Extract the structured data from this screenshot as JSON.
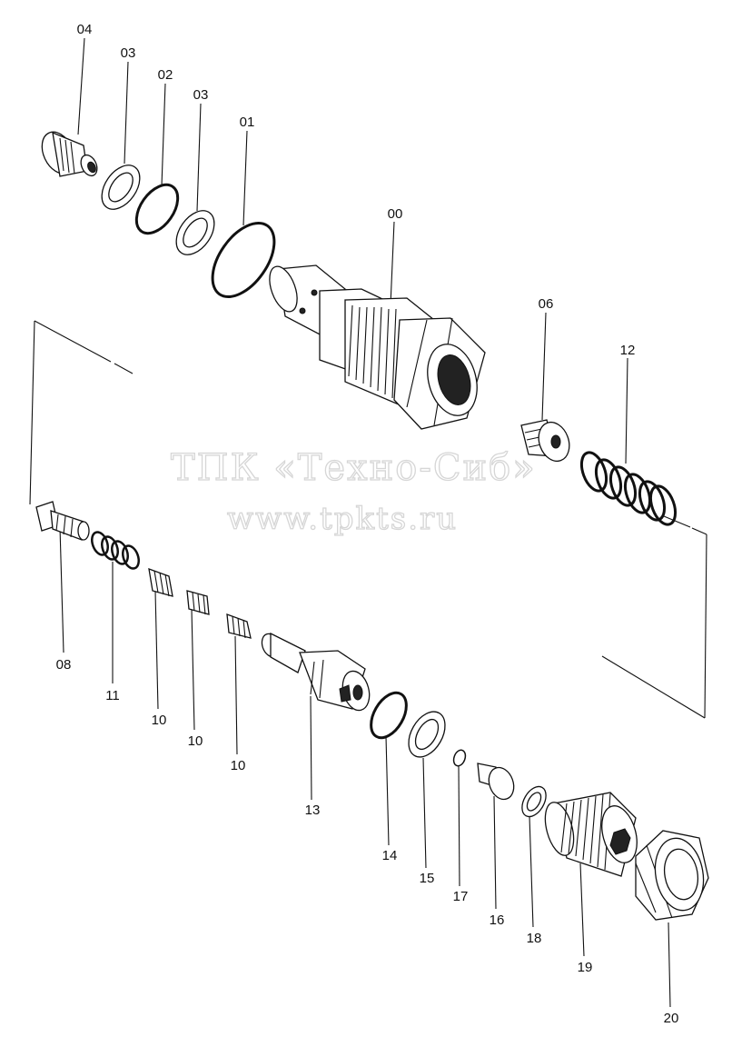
{
  "watermark": {
    "line1": "ТПК «Техно-Сиб»",
    "line2": "www.tpkts.ru"
  },
  "labels": {
    "p04": "04",
    "p03a": "03",
    "p02": "02",
    "p03b": "03",
    "p01": "01",
    "p00": "00",
    "p06": "06",
    "p12": "12",
    "p08": "08",
    "p11": "11",
    "p10a": "10",
    "p10b": "10",
    "p10c": "10",
    "p13": "13",
    "p14": "14",
    "p15": "15",
    "p17": "17",
    "p16": "16",
    "p18": "18",
    "p19": "19",
    "p20": "20"
  }
}
